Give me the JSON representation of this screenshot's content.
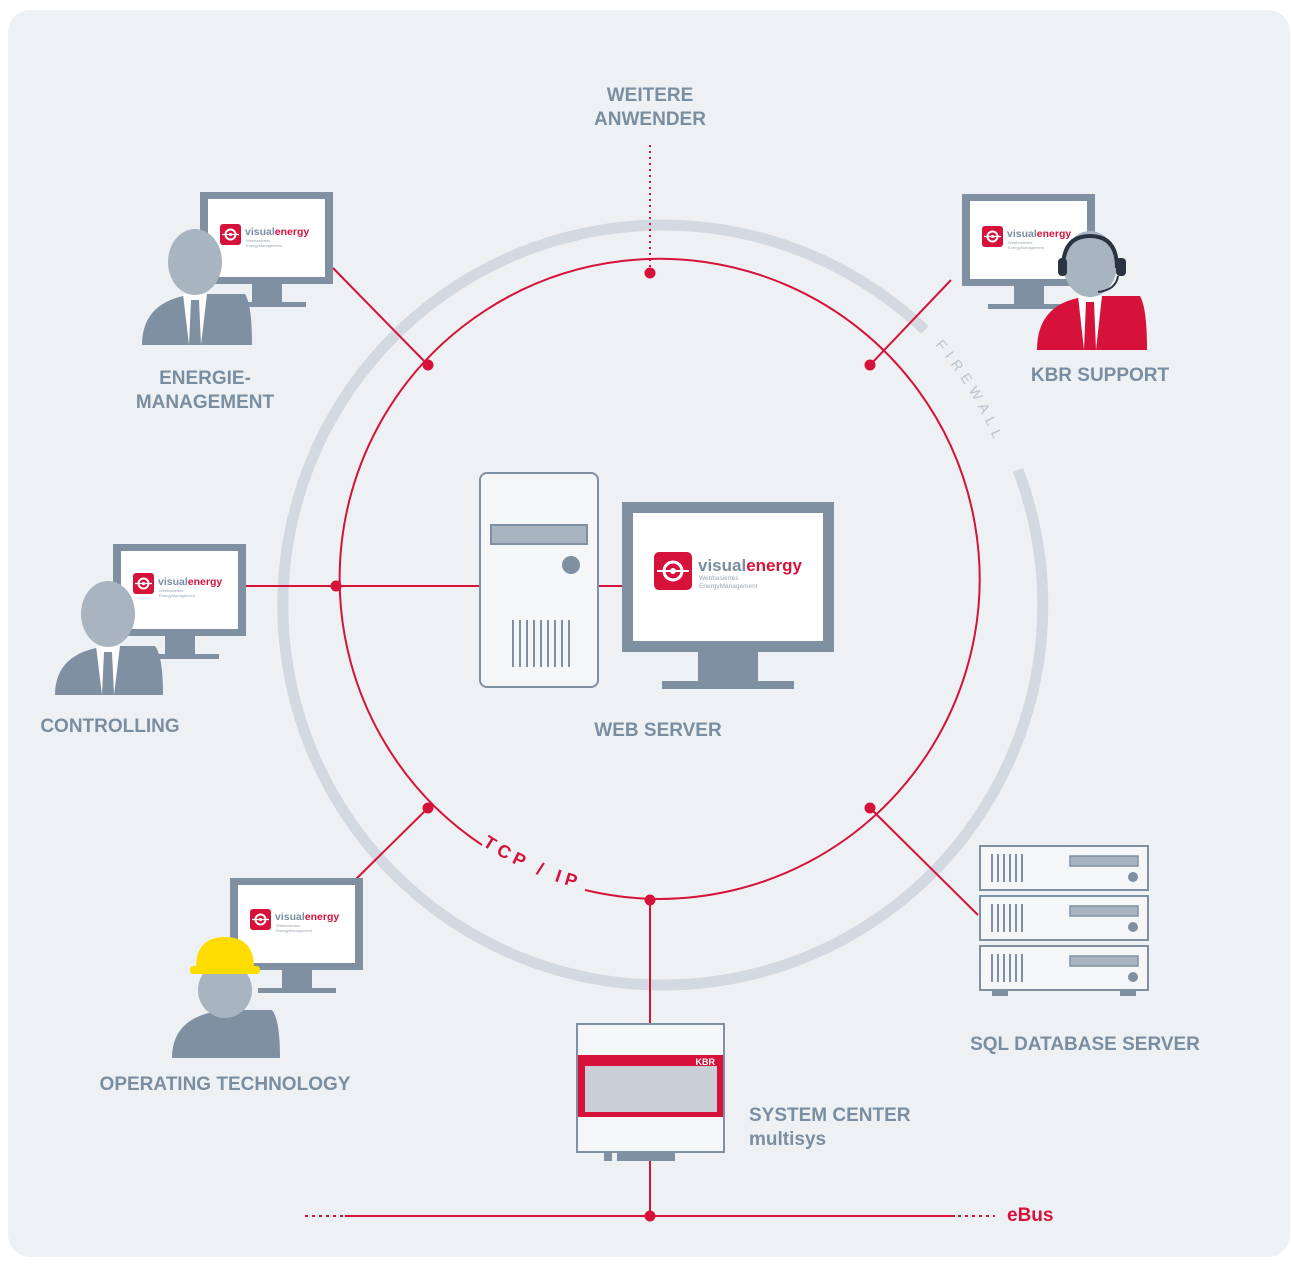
{
  "colors": {
    "background": "#eef1f4",
    "network_red": "#d6123a",
    "firewall_gray": "#d3d9e0",
    "label_gray": "#7a8ea2",
    "device_gray": "#7e90a2",
    "person_gray": "#a8b4c0",
    "helmet_yellow": "#ffdc00"
  },
  "labels": {
    "weitere_anwender": [
      "WEITERE",
      "ANWENDER"
    ],
    "energiemanagement": [
      "ENERGIE-",
      "MANAGEMENT"
    ],
    "kbr_support": "KBR SUPPORT",
    "controlling": "CONTROLLING",
    "web_server": "WEB SERVER",
    "operating_technology": "OPERATING TECHNOLOGY",
    "sql_database_server": "SQL DATABASE SERVER",
    "system_center": [
      "SYSTEM CENTER",
      "multisys"
    ],
    "ebus": "eBus",
    "tcpip": "TCP / IP",
    "firewall": "FIREWALL"
  },
  "brand": {
    "logo_word_a": "visual",
    "logo_word_b": "energy",
    "tagline_1": "Webbasiertes",
    "tagline_2": "EnergyManagement",
    "device_badge": "KBR"
  },
  "icons": [
    "monitor-icon",
    "person-icon",
    "headset-icon",
    "hard-hat-icon",
    "tower-server-icon",
    "rack-server-icon",
    "system-center-device-icon",
    "visual-energy-logo-icon"
  ]
}
